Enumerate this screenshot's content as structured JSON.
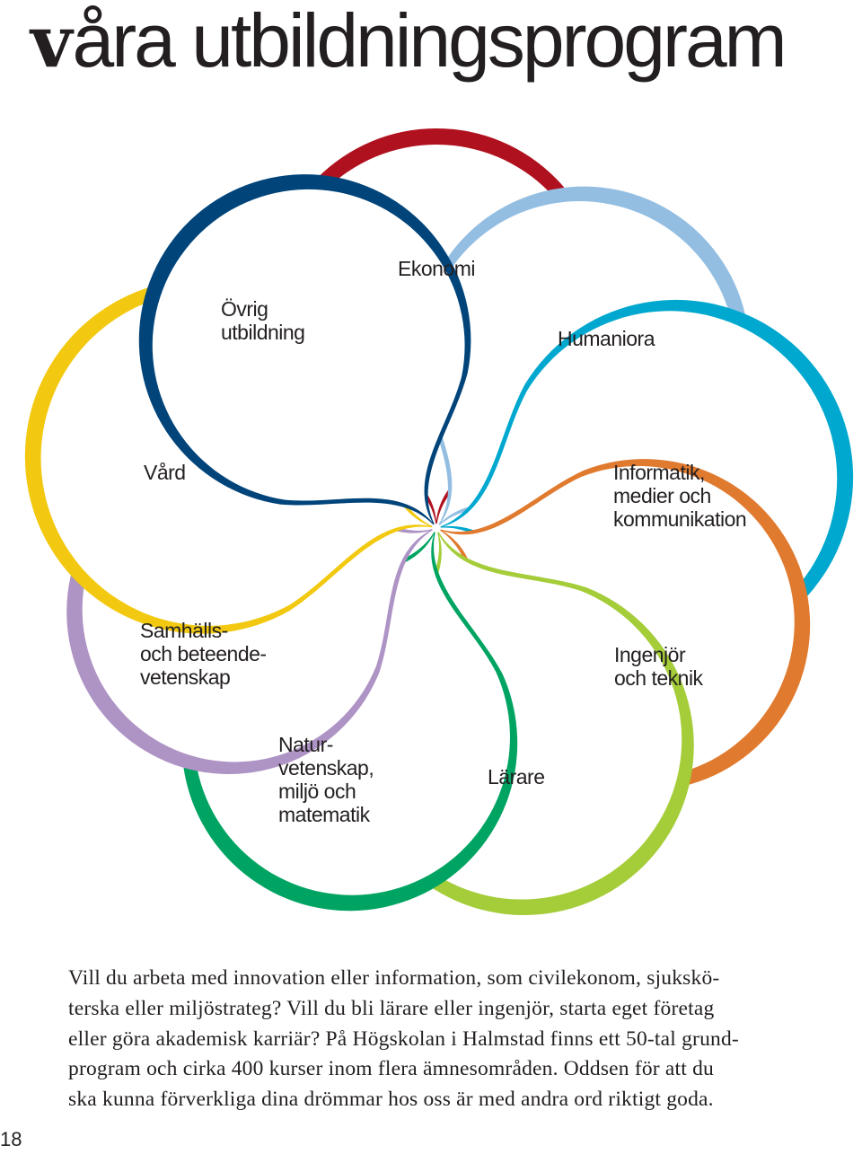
{
  "title": {
    "first_letter": "v",
    "rest": "åra utbildningsprogram"
  },
  "petals": [
    {
      "id": "ekonomi",
      "color": "#B0111E",
      "lines": [
        "Ekonomi"
      ]
    },
    {
      "id": "humaniora",
      "color": "#93BEE2",
      "lines": [
        "Humaniora"
      ]
    },
    {
      "id": "informatik",
      "color": "#00A8CF",
      "lines": [
        "Informatik,",
        "medier och",
        "kommunikation"
      ]
    },
    {
      "id": "ingenjor",
      "color": "#E07A2E",
      "lines": [
        "Ingenjör",
        "och teknik"
      ]
    },
    {
      "id": "larare",
      "color": "#A5CD39",
      "lines": [
        "Lärare"
      ]
    },
    {
      "id": "naturvetenskap",
      "color": "#00A462",
      "lines": [
        "Natur-",
        "vetenskap,",
        "miljö och",
        "matematik"
      ]
    },
    {
      "id": "samhall",
      "color": "#AE93C5",
      "lines": [
        "Samhälls-",
        "och beteende-",
        "vetenskap"
      ]
    },
    {
      "id": "vard",
      "color": "#F2C910",
      "lines": [
        "Vård"
      ]
    },
    {
      "id": "ovrig",
      "color": "#00447A",
      "lines": [
        "Övrig",
        "utbildning"
      ]
    }
  ],
  "body_lines": [
    "Vill du arbeta med innovation eller information, som civilekonom, sjukskö-",
    "terska eller miljöstrateg? Vill du bli lärare eller ingenjör, starta eget företag",
    "eller göra akademisk karriär? På Högskolan i Halmstad finns ett 50-tal grund-",
    "program och cirka 400 kurser inom flera ämnesområden. Oddsen för att du",
    "ska kunna förverkliga dina drömmar hos oss är med andra ord riktigt goda."
  ],
  "page_number": "18"
}
